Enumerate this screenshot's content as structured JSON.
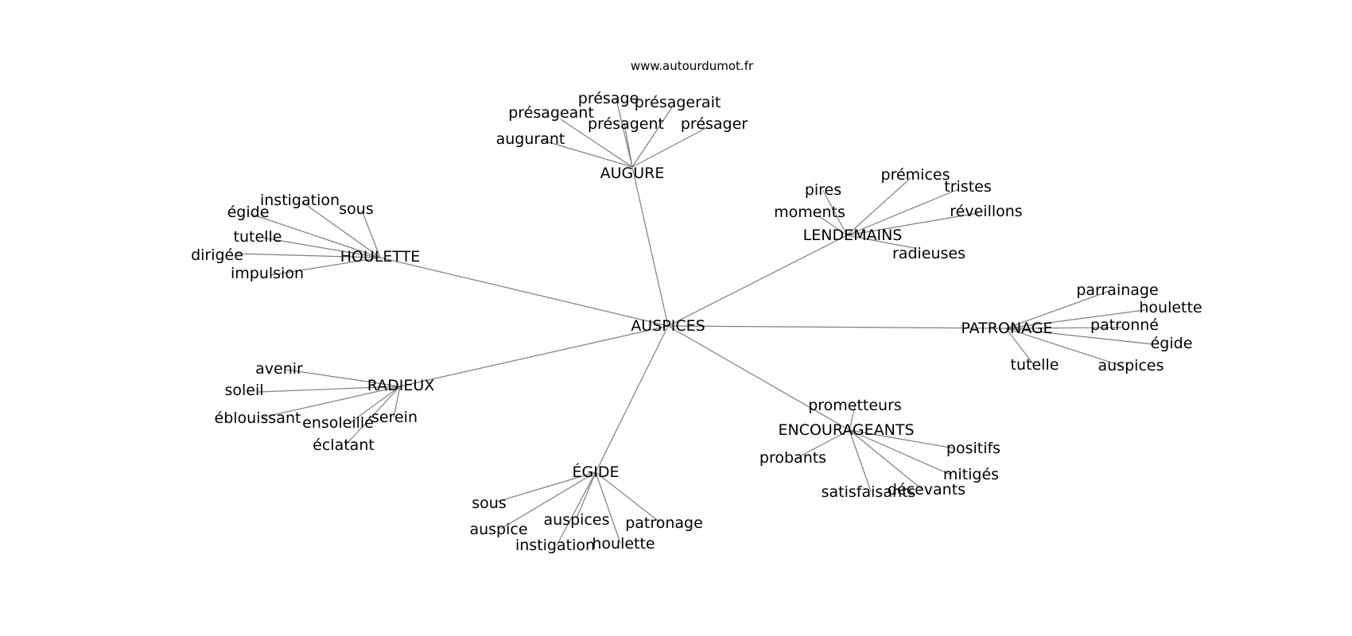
{
  "site_url": "www.autourdumot.fr",
  "center": "AUSPICES",
  "groups": [
    {
      "hub": "AUGURE",
      "words": [
        "augurant",
        "présageant",
        "présage",
        "présagent",
        "présagerait",
        "présager"
      ]
    },
    {
      "hub": "LENDEMAINS",
      "words": [
        "pires",
        "moments",
        "prémices",
        "tristes",
        "réveillons",
        "radieuses"
      ]
    },
    {
      "hub": "HOULETTE",
      "words": [
        "instigation",
        "égide",
        "sous",
        "tutelle",
        "dirigée",
        "impulsion"
      ]
    },
    {
      "hub": "PATRONAGE",
      "words": [
        "parrainage",
        "houlette",
        "patronné",
        "égide",
        "tutelle",
        "auspices"
      ]
    },
    {
      "hub": "RADIEUX",
      "words": [
        "avenir",
        "soleil",
        "éblouissant",
        "ensoleillé",
        "serein",
        "éclatant"
      ]
    },
    {
      "hub": "ENCOURAGEANTS",
      "words": [
        "prometteurs",
        "probants",
        "positifs",
        "mitigés",
        "satisfaisants",
        "décevants"
      ]
    },
    {
      "hub": "ÉGIDE",
      "words": [
        "sous",
        "auspice",
        "auspices",
        "instigation",
        "houlette",
        "patronage"
      ]
    }
  ],
  "colors": {
    "edge": "#7f7f7f",
    "text": "#000000",
    "background": "#ffffff"
  }
}
